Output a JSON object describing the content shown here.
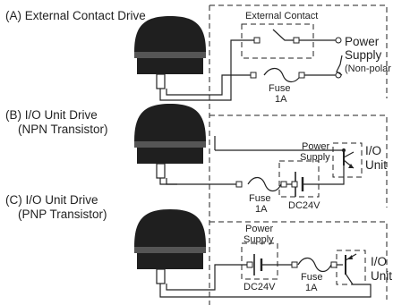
{
  "sections": [
    {
      "title": "(A) External Contact Drive",
      "title_line2": ""
    },
    {
      "title": "(B) I/O Unit Drive",
      "title_line2": "(NPN Transistor)"
    },
    {
      "title": "(C) I/O Unit Drive",
      "title_line2": "(PNP Transistor)"
    }
  ],
  "labels": {
    "external_contact": "External Contact",
    "power_a_1": "Power",
    "power_a_2": "Supply",
    "power_a_3": "(Non-polar",
    "fuse": "Fuse",
    "fuse_rating": "1A",
    "power_b_1": "Power",
    "power_b_2": "Supply",
    "dc_voltage": "DC24V",
    "io_1": "I/O",
    "io_2": "Unit",
    "power_c_1": "Power",
    "power_c_2": "Supply"
  },
  "colors": {
    "line": "#222222",
    "lamp_dark": "#1f1f1f",
    "lamp_mid": "#555555"
  }
}
